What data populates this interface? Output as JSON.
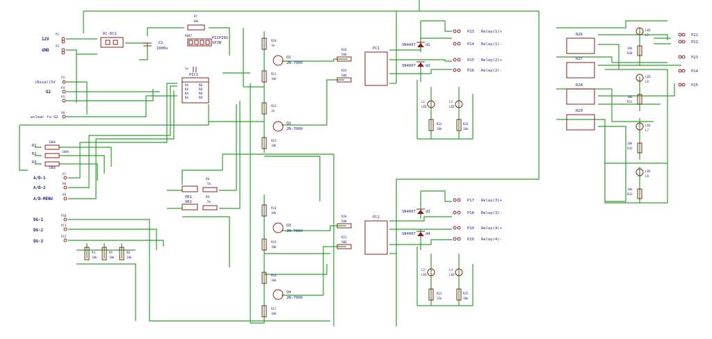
{
  "power_inputs": [
    {
      "label": "12V",
      "ref": "P1"
    },
    {
      "label": "GND",
      "ref": "P2"
    }
  ],
  "left_inputs": [
    {
      "label": "(Nixel)5V",
      "ref": "P3"
    },
    {
      "label": "G2",
      "ref": "P4"
    },
    {
      "label": "",
      "ref": "P5"
    },
    {
      "label": "wclear to G2",
      "ref": "P6"
    }
  ],
  "analog_inputs": [
    {
      "label": "A/D-1",
      "ref": "P7"
    },
    {
      "label": "A/D-2",
      "ref": "P8"
    },
    {
      "label": "A/D-MENU",
      "ref": "P9"
    }
  ],
  "digital_inputs": [
    {
      "label": "DG-1",
      "ref": "P10"
    },
    {
      "label": "DG-2",
      "ref": "P11"
    },
    {
      "label": "DG-3",
      "ref": "P12"
    }
  ],
  "resistor_bank_left": [
    {
      "ref": "R1",
      "value": "100k"
    },
    {
      "ref": "R2",
      "value": "100k"
    },
    {
      "ref": "R3",
      "value": "100k"
    }
  ],
  "pulldowns": [
    {
      "ref": "R4",
      "value": "10k"
    },
    {
      "ref": "R5",
      "value": "10k"
    },
    {
      "ref": "R6",
      "value": "10k"
    }
  ],
  "regulator": {
    "ref": "DC-DC1"
  },
  "capacitor": {
    "ref": "C1",
    "value": "1000u"
  },
  "r7": {
    "ref": "R7",
    "value": "10k"
  },
  "spin": {
    "ref": "PICPIN1",
    "text": "SPIN",
    "pins": "R6R7"
  },
  "mcu": {
    "ref": "PIC1",
    "cap": "1u"
  },
  "pots": [
    {
      "ref": "VR1",
      "r": "R8",
      "value": "5k"
    },
    {
      "ref": "VR2",
      "r": "R9",
      "value": "5k"
    }
  ],
  "transistors": [
    {
      "ref": "Q1",
      "part": "2N-7000",
      "r_gate": "R10",
      "r_gate_val": "1k",
      "r_pd": "R11",
      "r_pd_val": "10k"
    },
    {
      "ref": "Q2",
      "part": "2N-7000",
      "r_gate": "R12",
      "r_gate_val": "1k",
      "r_pd": "R13",
      "r_pd_val": "10k"
    },
    {
      "ref": "Q3",
      "part": "2N-7000",
      "r_gate": "R14",
      "r_gate_val": "10k",
      "r_pd": "R15",
      "r_pd_val": "10k"
    },
    {
      "ref": "Q4",
      "part": "2N-7000",
      "r_gate": "R16",
      "r_gate_val": "10k",
      "r_pd": "R17",
      "r_pd_val": "10k"
    }
  ],
  "optocouplers": [
    {
      "ref": "PC1",
      "r_a": "R18",
      "r_a_val": "500",
      "r_b": "R19",
      "r_b_val": "500"
    },
    {
      "ref": "PC2",
      "r_a": "R20",
      "r_a_val": "500",
      "r_b": "R21",
      "r_b_val": "500"
    }
  ],
  "diodes": [
    {
      "part": "SN4007",
      "ref": "d1"
    },
    {
      "part": "SN4007",
      "ref": "d2"
    },
    {
      "part": "SN4007",
      "ref": "d3"
    },
    {
      "part": "SN4007",
      "ref": "d4"
    }
  ],
  "relay_outputs": [
    {
      "ref": "P13",
      "label": "Relay(1)+"
    },
    {
      "ref": "P14",
      "label": "Relay(1)-"
    },
    {
      "ref": "P15",
      "label": "Relay(2)+"
    },
    {
      "ref": "P16",
      "label": "Relay(2)-"
    },
    {
      "ref": "P17",
      "label": "Relay(3)+"
    },
    {
      "ref": "P18",
      "label": "Relay(3)-"
    },
    {
      "ref": "P19",
      "label": "Relay(4)+"
    },
    {
      "ref": "P20",
      "label": "Relay(4)-"
    }
  ],
  "mid_leds": [
    {
      "ref": "L1",
      "text": "LED",
      "r": "R22",
      "r_val": "10k"
    },
    {
      "ref": "L3",
      "text": "LED",
      "r": "R24",
      "r_val": "10k"
    },
    {
      "ref": "L2",
      "text": "LED",
      "r": "R23",
      "r_val": "15k"
    },
    {
      "ref": "L4",
      "text": "LED",
      "r": "R25",
      "r_val": "10k"
    }
  ],
  "right_switches": [
    {
      "ref": "R26"
    },
    {
      "ref": "R27"
    },
    {
      "ref": "R28"
    },
    {
      "ref": "R29"
    }
  ],
  "right_leds": [
    {
      "ref": "L5",
      "text": "LED",
      "r": "R30",
      "r_val": "10k"
    },
    {
      "ref": "L6",
      "text": "LED",
      "r": "R31",
      "r_val": "10k"
    },
    {
      "ref": "L7",
      "text": "LED",
      "r": "R32",
      "r_val": "10k"
    },
    {
      "ref": "L8",
      "text": "LED",
      "r": "R33",
      "r_val": "10k"
    }
  ],
  "right_outputs": [
    "P21",
    "P22",
    "P23",
    "P24",
    "P25"
  ]
}
